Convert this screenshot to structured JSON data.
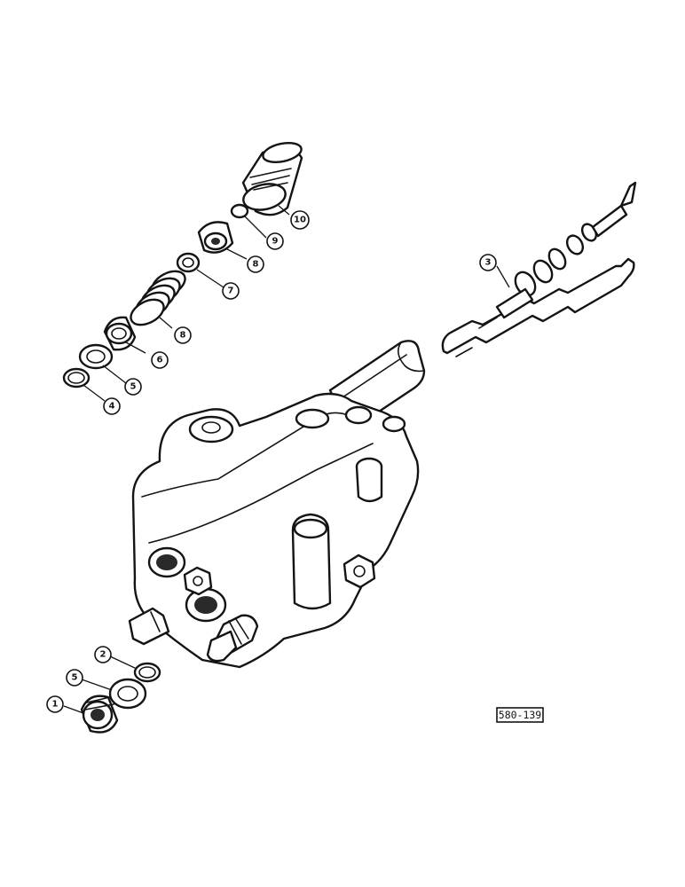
{
  "diagram": {
    "reference_code": "580-139",
    "callouts": [
      {
        "id": "c1",
        "label": "1"
      },
      {
        "id": "c2",
        "label": "2"
      },
      {
        "id": "c5a",
        "label": "5"
      },
      {
        "id": "c3",
        "label": "3"
      },
      {
        "id": "c4",
        "label": "4"
      },
      {
        "id": "c5b",
        "label": "5"
      },
      {
        "id": "c6",
        "label": "6"
      },
      {
        "id": "c7",
        "label": "7"
      },
      {
        "id": "c8a",
        "label": "8"
      },
      {
        "id": "c8b",
        "label": "8"
      },
      {
        "id": "c9",
        "label": "9"
      },
      {
        "id": "c10",
        "label": "10"
      }
    ]
  }
}
